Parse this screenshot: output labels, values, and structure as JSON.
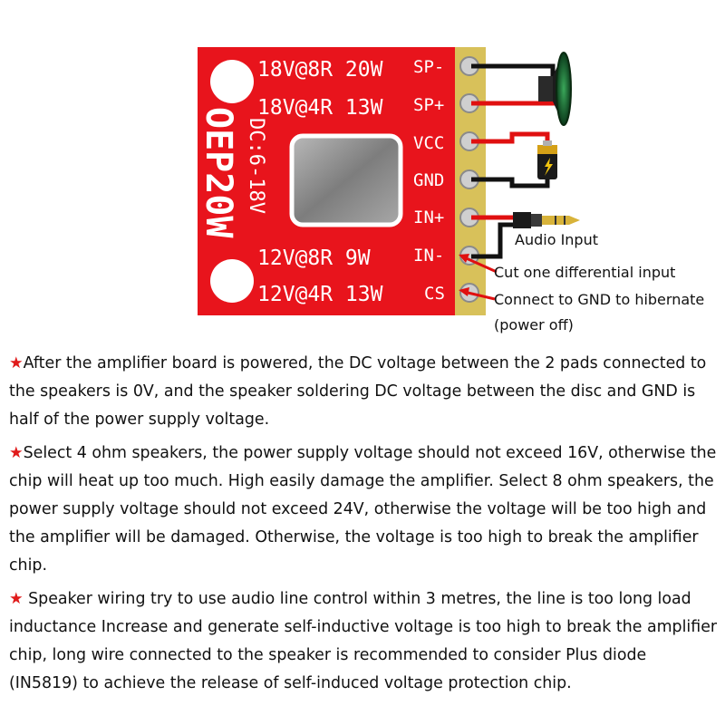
{
  "board": {
    "model": "OEP20W",
    "dc_range": "DC:6-18V",
    "spec_rows": [
      "18V@8R 20W",
      "18V@4R 13W",
      "12V@8R 9W",
      "12V@4R 13W"
    ],
    "pins": [
      "SP-",
      "SP+",
      "VCC",
      "GND",
      "IN+",
      "IN-",
      "CS"
    ]
  },
  "annotations": {
    "audio_input": "Audio Input",
    "cut_input": "Cut one differential input",
    "connect_gnd": "Connect to GND to hibernate",
    "power_off": "(power off)"
  },
  "colors": {
    "board": "#e8141c",
    "header": "#d8c15a",
    "wire_red": "#e01010",
    "wire_black": "#111111",
    "star": "#e01b1b"
  },
  "notes": [
    {
      "star": "★",
      "text": "After the amplifier board is powered, the DC voltage between the 2 pads connected to the speakers is 0V, and the speaker soldering DC voltage between the disc and GND is half of the power supply voltage."
    },
    {
      "star": "★",
      "text": "Select 4 ohm speakers, the power supply voltage should not exceed 16V, otherwise the chip will heat up too much. High easily damage the amplifier. Select 8 ohm speakers, the power supply voltage should not exceed 24V, otherwise the voltage will be too high and the amplifier will be damaged. Otherwise, the voltage is too high to break the amplifier chip."
    },
    {
      "star": "★",
      "text": " Speaker wiring try to use audio line control within 3 metres, the line is too long load inductance Increase and generate self-inductive voltage is too high to break the amplifier chip, long wire connected to the speaker is recommended to consider Plus diode (IN5819) to achieve the release of self-induced voltage protection chip."
    }
  ]
}
